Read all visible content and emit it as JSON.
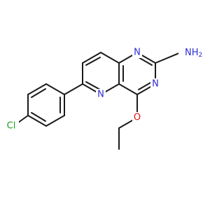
{
  "molecule": {
    "colors": {
      "bond": "#1a1a1a",
      "nitrogen": "#2b2bd9",
      "oxygen": "#e01010",
      "chlorine": "#1e9e1e"
    },
    "labels": {
      "n1": "N",
      "n3": "N",
      "n5": "N",
      "nh2": "NH",
      "nh2_subscript": "2",
      "o": "O",
      "cl": "Cl"
    }
  }
}
